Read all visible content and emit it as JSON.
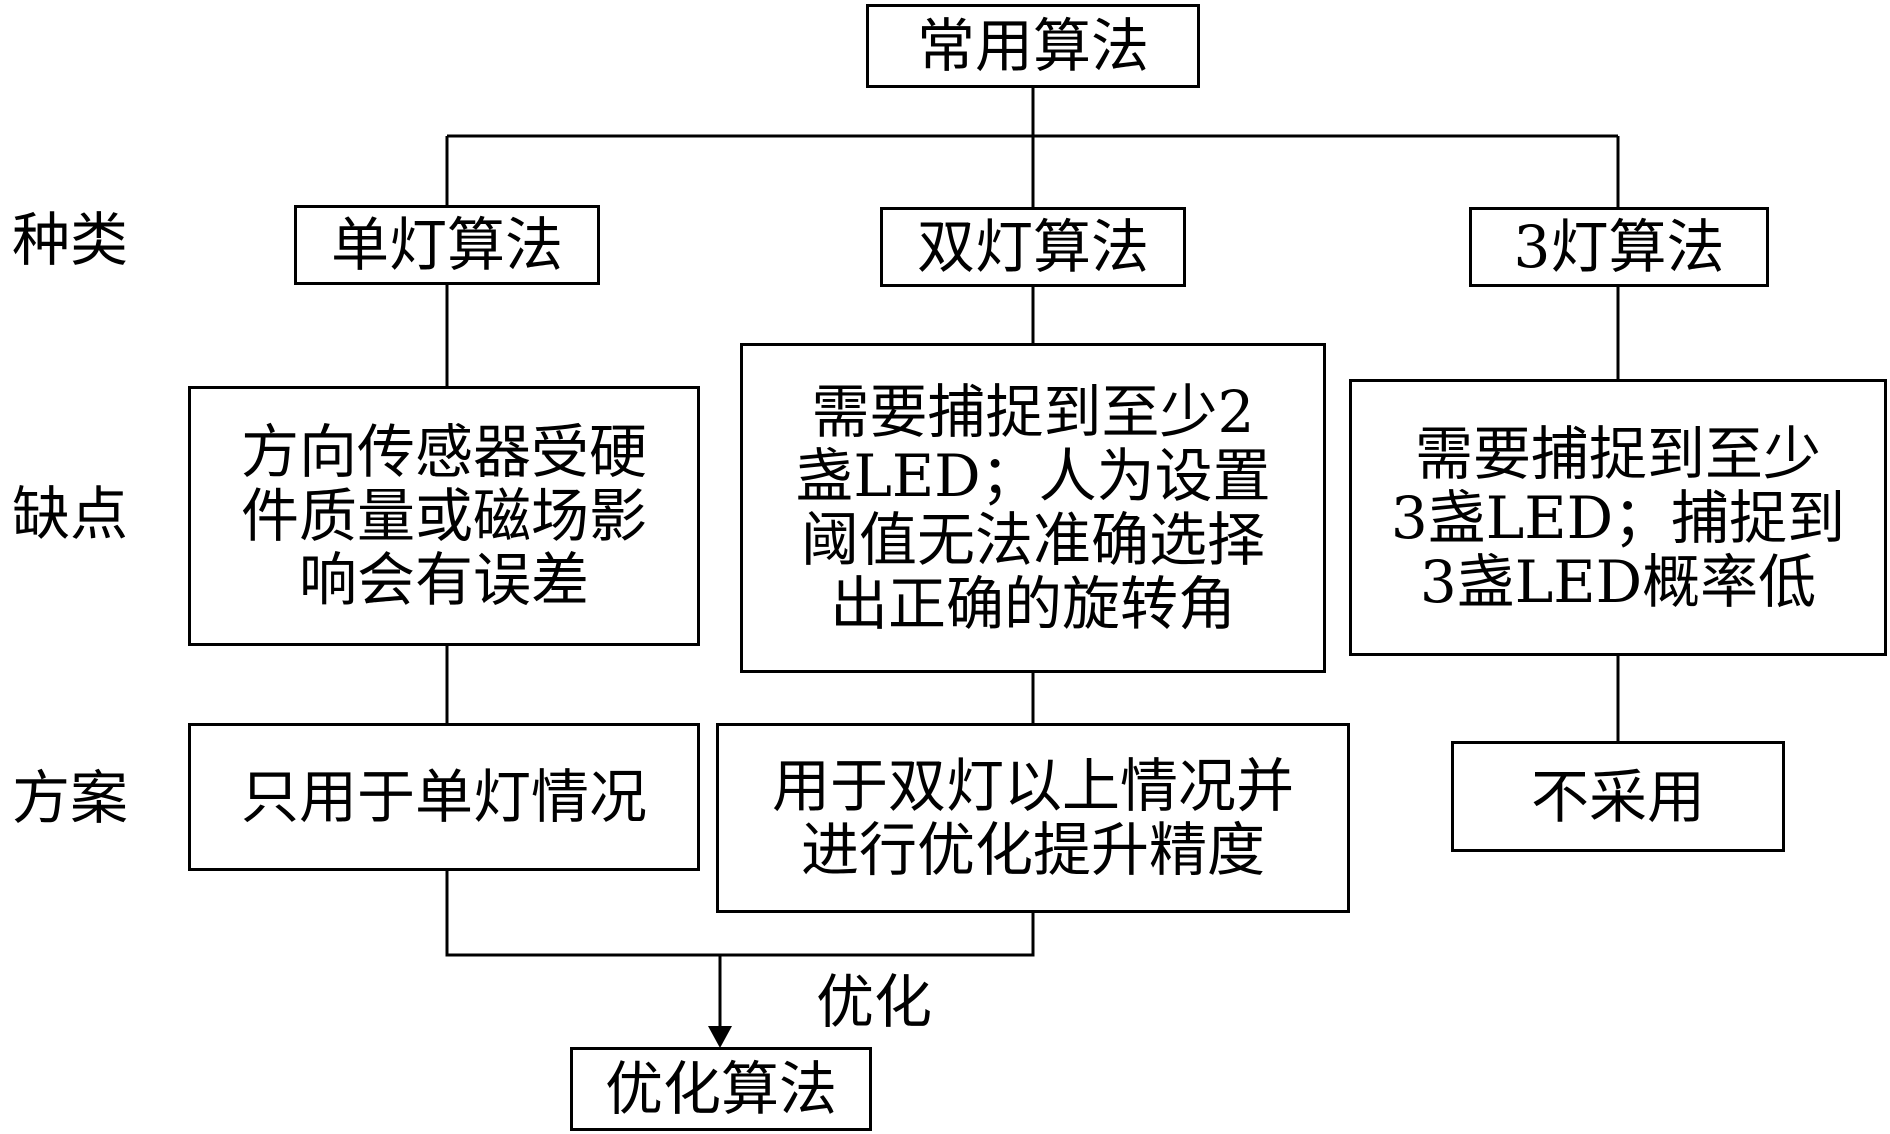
{
  "root": "常用算法",
  "row_labels": {
    "kinds": "种类",
    "drawbacks": "缺点",
    "solutions": "方案"
  },
  "kinds": {
    "single": "单灯算法",
    "double": "双灯算法",
    "triple": "3灯算法"
  },
  "drawbacks": {
    "single": "方向传感器受硬\n件质量或磁场影\n响会有误差",
    "double": "需要捕捉到至少2\n盏LED；人为设置\n阈值无法准确选择\n出正确的旋转角",
    "triple": "需要捕捉到至少\n3盏LED；捕捉到\n3盏LED概率低"
  },
  "solutions": {
    "single": "只用于单灯情况",
    "double": "用于双灯以上情况并\n进行优化提升精度",
    "triple": "不采用"
  },
  "optimize_label": "优化",
  "result": "优化算法",
  "colors": {
    "line": "#000000",
    "background": "#ffffff"
  }
}
